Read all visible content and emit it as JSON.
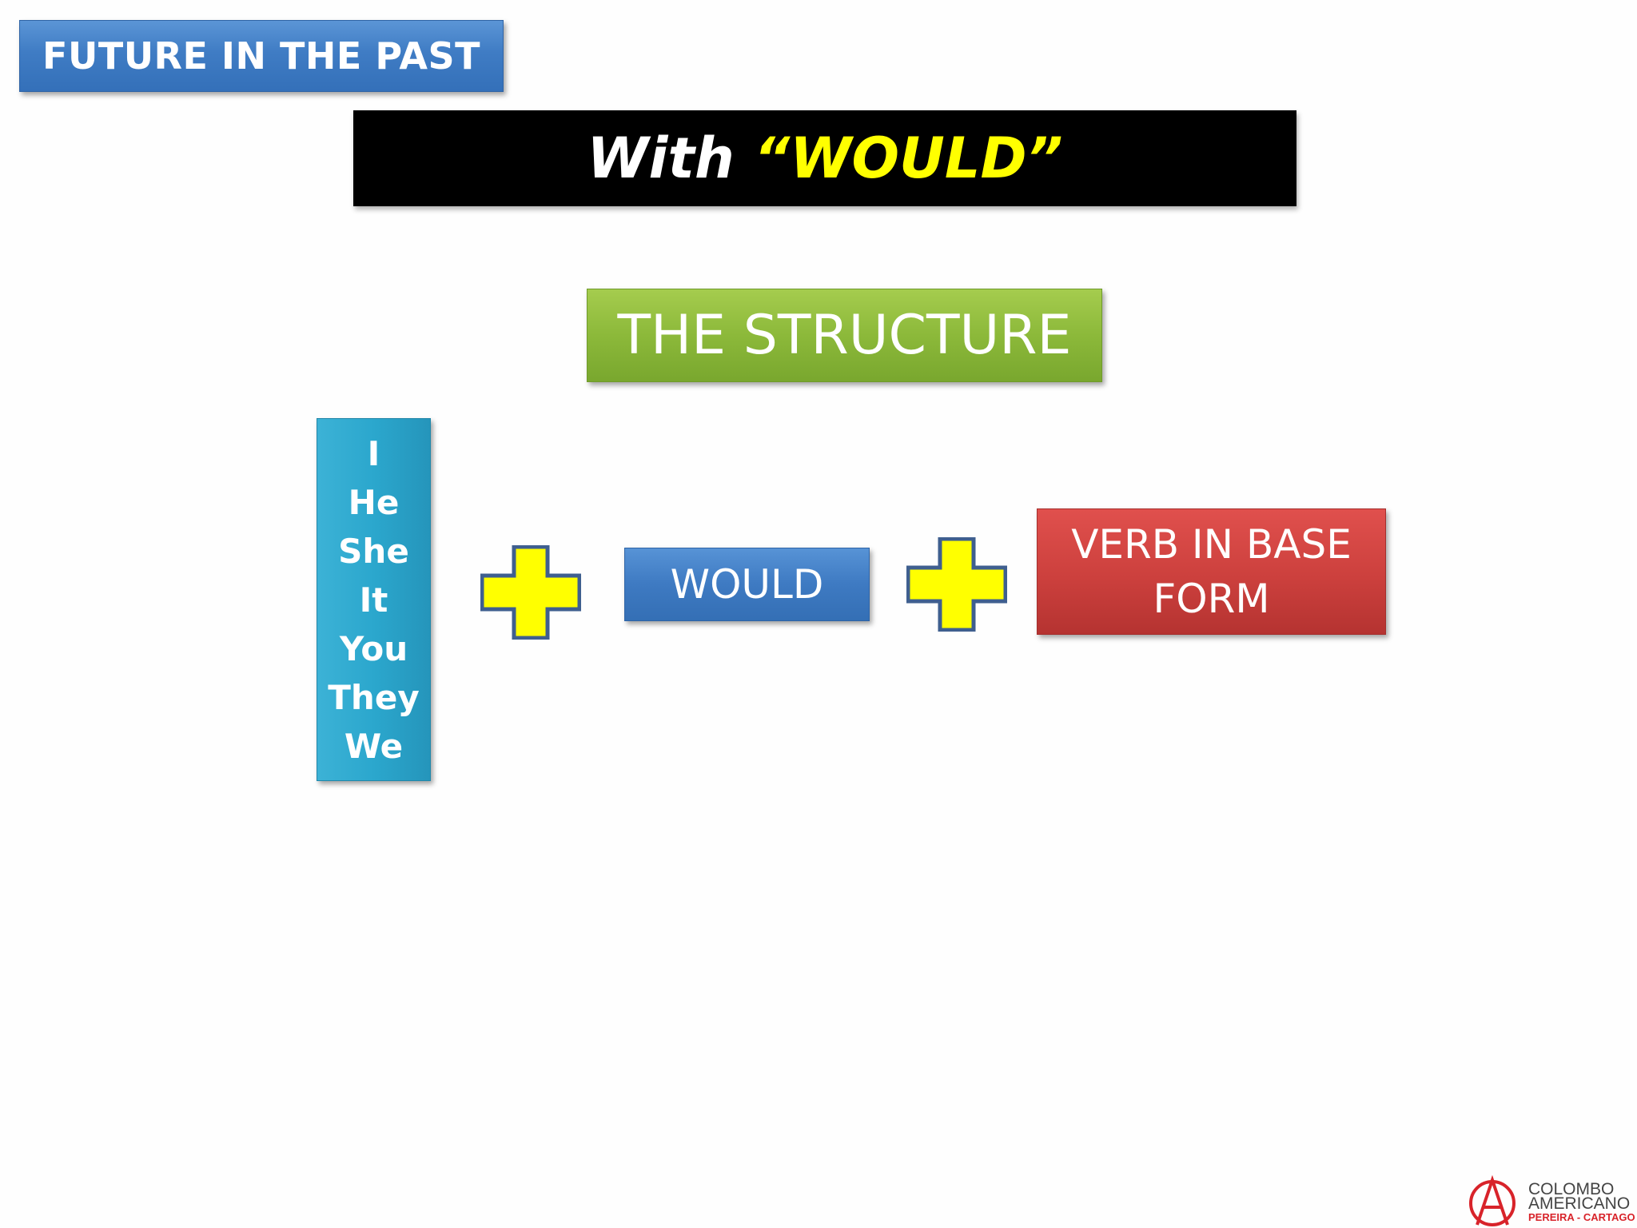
{
  "slide": {
    "topic_label": "FUTURE IN THE PAST",
    "subtitle_prefix": "With ",
    "subtitle_highlight": "“WOULD”",
    "structure_label": "THE STRUCTURE"
  },
  "formula": {
    "pronouns": [
      "I",
      "He",
      "She",
      "It",
      "You",
      "They",
      "We"
    ],
    "plus_icon": "plus-icon",
    "auxiliary": "WOULD",
    "verb_line_1": "VERB IN BASE",
    "verb_line_2": "FORM"
  },
  "logo": {
    "line_1": "COLOMBO",
    "line_2": "AMERICANO",
    "line_3": "PEREIRA - CARTAGO"
  },
  "colors": {
    "topic_blue": "#3f7cc4",
    "subtitle_bg": "#000000",
    "highlight_yellow": "#ffff00",
    "structure_green": "#8cb93a",
    "pronoun_cyan": "#2ba7cd",
    "verb_red": "#cc403d",
    "plus_fill": "#ffff00",
    "plus_stroke": "#3f5f8f",
    "logo_red": "#d8232a"
  }
}
